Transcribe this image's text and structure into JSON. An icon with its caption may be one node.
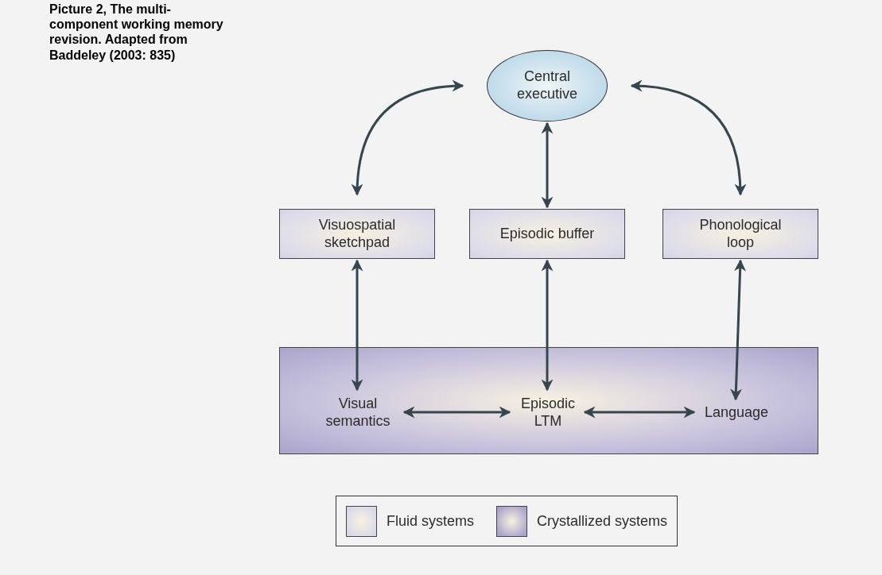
{
  "diagram": {
    "title": "Picture 2, The multi-component working memory revision. Adapted from Baddeley (2003: 835)",
    "nodes": [
      {
        "text": [
          "Central executive"
        ]
      },
      {
        "text": [
          "Visuospatial sketchpad"
        ]
      },
      {
        "text": [
          "Episodic buffer"
        ]
      },
      {
        "text": [
          "Phonological loop"
        ]
      },
      {
        "text": [],
        "shape": "box"
      },
      {
        "text": [
          "Visual semantics"
        ],
        "in": 4
      },
      {
        "text": [
          "Episodic LTM"
        ],
        "in": 4
      },
      {
        "text": [
          "Language"
        ],
        "in": 4
      }
    ],
    "edges": [
      {
        "from": 0,
        "to": 1,
        "arrow": "both"
      },
      {
        "from": 0,
        "to": 2,
        "arrow": "both"
      },
      {
        "from": 0,
        "to": 3,
        "arrow": "both"
      },
      {
        "from": 1,
        "to": 5,
        "arrow": "both"
      },
      {
        "from": 2,
        "to": 6,
        "arrow": "both"
      },
      {
        "from": 3,
        "to": 7,
        "arrow": "both"
      },
      {
        "from": 5,
        "to": 6,
        "arrow": "both"
      },
      {
        "from": 6,
        "to": 7,
        "arrow": "both"
      }
    ],
    "legend": [
      {
        "text": "Fluid systems",
        "color": "#d8d9e8"
      },
      {
        "text": "Crystallized systems",
        "color": "#a9a3cb"
      }
    ]
  }
}
